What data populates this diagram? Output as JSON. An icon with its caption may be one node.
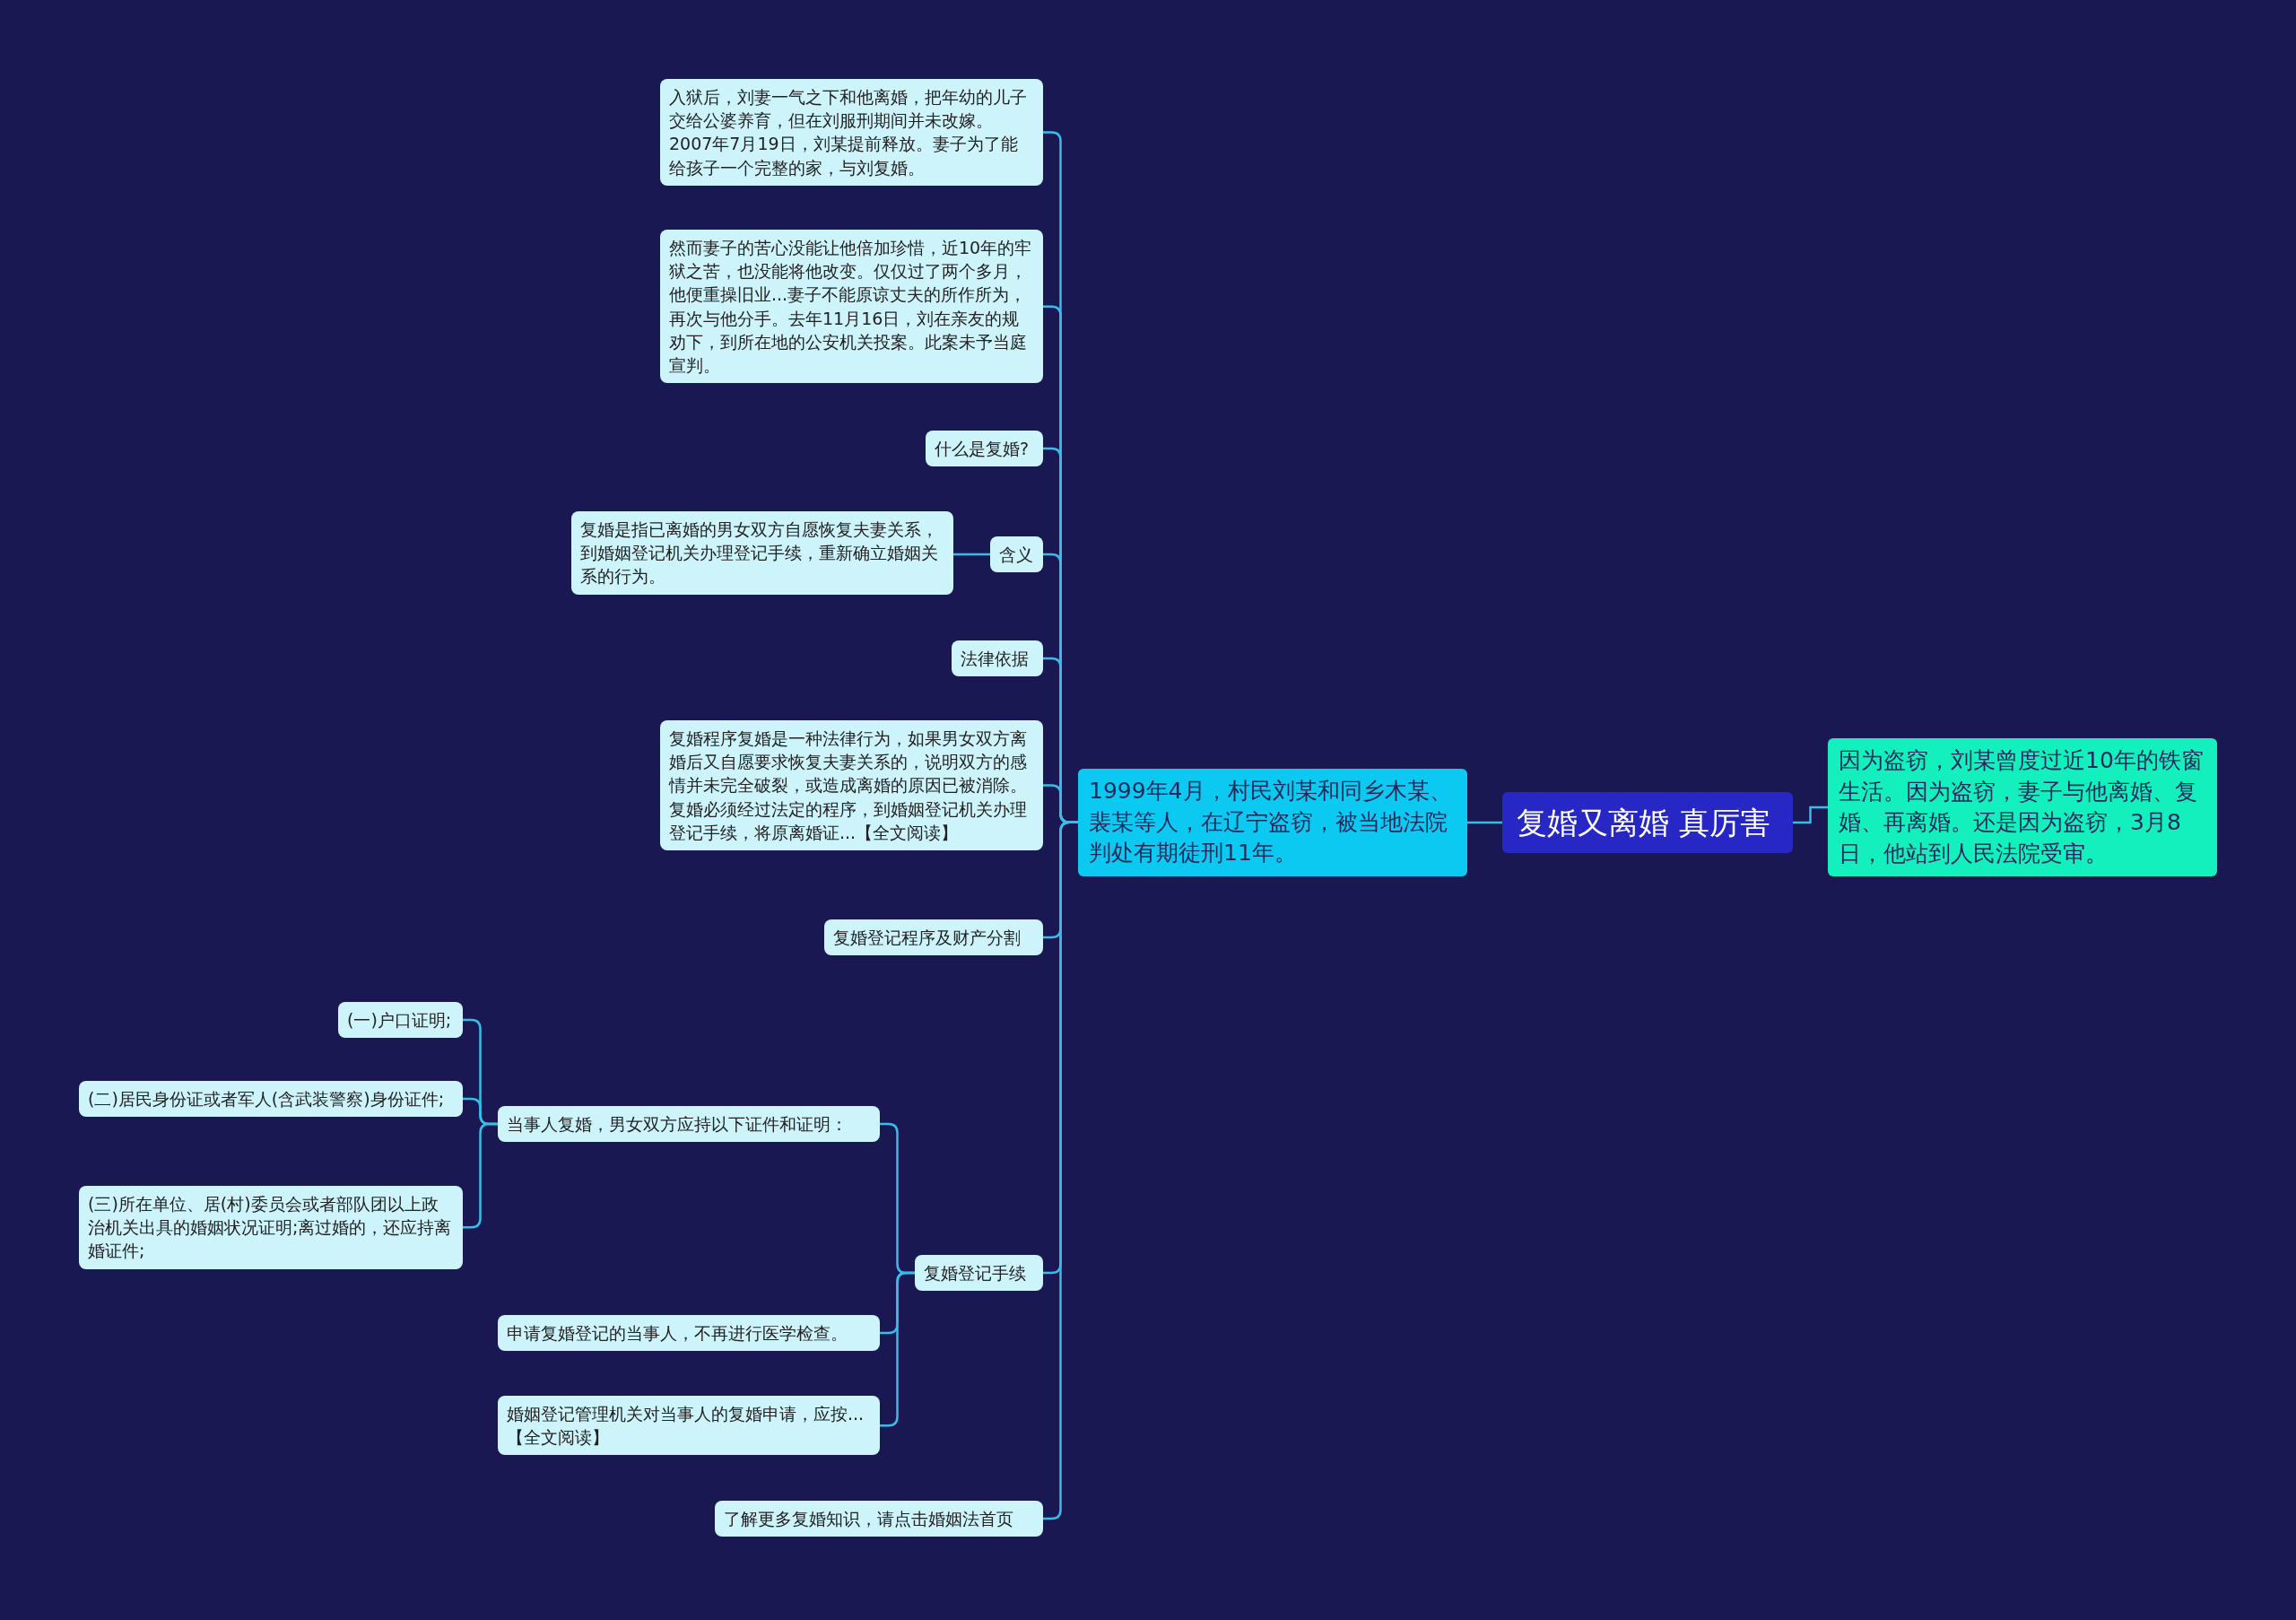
{
  "diagram": {
    "nodes": [
      {
        "text": [
          "复婚又离婚 真厉害"
        ]
      },
      {
        "text": [
          "因为盗窃，刘某曾度过近10年的铁窗生活。因为盗窃，妻子与他离婚、复婚、再离婚。还是因为盗窃，3月8日，他站到人民法院受审。"
        ]
      },
      {
        "text": [
          "1999年4月，村民刘某和同乡木某、裴某等人，在辽宁盗窃，被当地法院判处有期徒刑11年。"
        ]
      },
      {
        "text": [
          "入狱后，刘妻一气之下和他离婚，把年幼的儿子交给公婆养育，但在刘服刑期间并未改嫁。2007年7月19日，刘某提前释放。妻子为了能给孩子一个完整的家，与刘复婚。"
        ]
      },
      {
        "text": [
          "然而妻子的苦心没能让他倍加珍惜，近10年的牢狱之苦，也没能将他改变。仅仅过了两个多月，他便重操旧业...妻子不能原谅丈夫的所作所为，再次与他分手。去年11月16日，刘在亲友的规劝下，到所在地的公安机关投案。此案未予当庭宣判。"
        ]
      },
      {
        "text": [
          "什么是复婚?"
        ]
      },
      {
        "text": [
          "含义"
        ]
      },
      {
        "text": [
          "复婚是指已离婚的男女双方自愿恢复夫妻关系，到婚姻登记机关办理登记手续，重新确立婚姻关系的行为。"
        ]
      },
      {
        "text": [
          "法律依据"
        ]
      },
      {
        "text": [
          "复婚程序复婚是一种法律行为，如果男女双方离婚后又自愿要求恢复夫妻关系的，说明双方的感情并未完全破裂，或造成离婚的原因已被消除。复婚必须经过法定的程序，到婚姻登记机关办理登记手续，将原离婚证...【全文阅读】"
        ]
      },
      {
        "text": [
          "复婚登记程序及财产分割"
        ]
      },
      {
        "text": [
          "复婚登记手续"
        ]
      },
      {
        "text": [
          "当事人复婚，男女双方应持以下证件和证明："
        ]
      },
      {
        "text": [
          "(一)户口证明;"
        ]
      },
      {
        "text": [
          "(二)居民身份证或者军人(含武装警察)身份证件;"
        ]
      },
      {
        "text": [
          "(三)所在单位、居(村)委员会或者部队团以上政治机关出具的婚姻状况证明;离过婚的，还应持离婚证件;"
        ]
      },
      {
        "text": [
          "申请复婚登记的当事人，不再进行医学检查。"
        ]
      },
      {
        "text": [
          "婚姻登记管理机关对当事人的复婚申请，应按...【全文阅读】"
        ]
      },
      {
        "text": [
          "了解更多复婚知识，请点击婚姻法首页"
        ]
      }
    ],
    "edges": [
      {
        "from": 0,
        "to": 1,
        "arrow": "none"
      },
      {
        "from": 0,
        "to": 2,
        "arrow": "none"
      },
      {
        "from": 2,
        "to": 3,
        "arrow": "none"
      },
      {
        "from": 2,
        "to": 4,
        "arrow": "none"
      },
      {
        "from": 2,
        "to": 5,
        "arrow": "none"
      },
      {
        "from": 2,
        "to": 6,
        "arrow": "none"
      },
      {
        "from": 6,
        "to": 7,
        "arrow": "none"
      },
      {
        "from": 2,
        "to": 8,
        "arrow": "none"
      },
      {
        "from": 2,
        "to": 9,
        "arrow": "none"
      },
      {
        "from": 2,
        "to": 10,
        "arrow": "none"
      },
      {
        "from": 2,
        "to": 11,
        "arrow": "none"
      },
      {
        "from": 11,
        "to": 12,
        "arrow": "none"
      },
      {
        "from": 12,
        "to": 13,
        "arrow": "none"
      },
      {
        "from": 12,
        "to": 14,
        "arrow": "none"
      },
      {
        "from": 12,
        "to": 15,
        "arrow": "none"
      },
      {
        "from": 11,
        "to": 16,
        "arrow": "none"
      },
      {
        "from": 11,
        "to": 17,
        "arrow": "none"
      },
      {
        "from": 2,
        "to": 18,
        "arrow": "none"
      }
    ]
  }
}
